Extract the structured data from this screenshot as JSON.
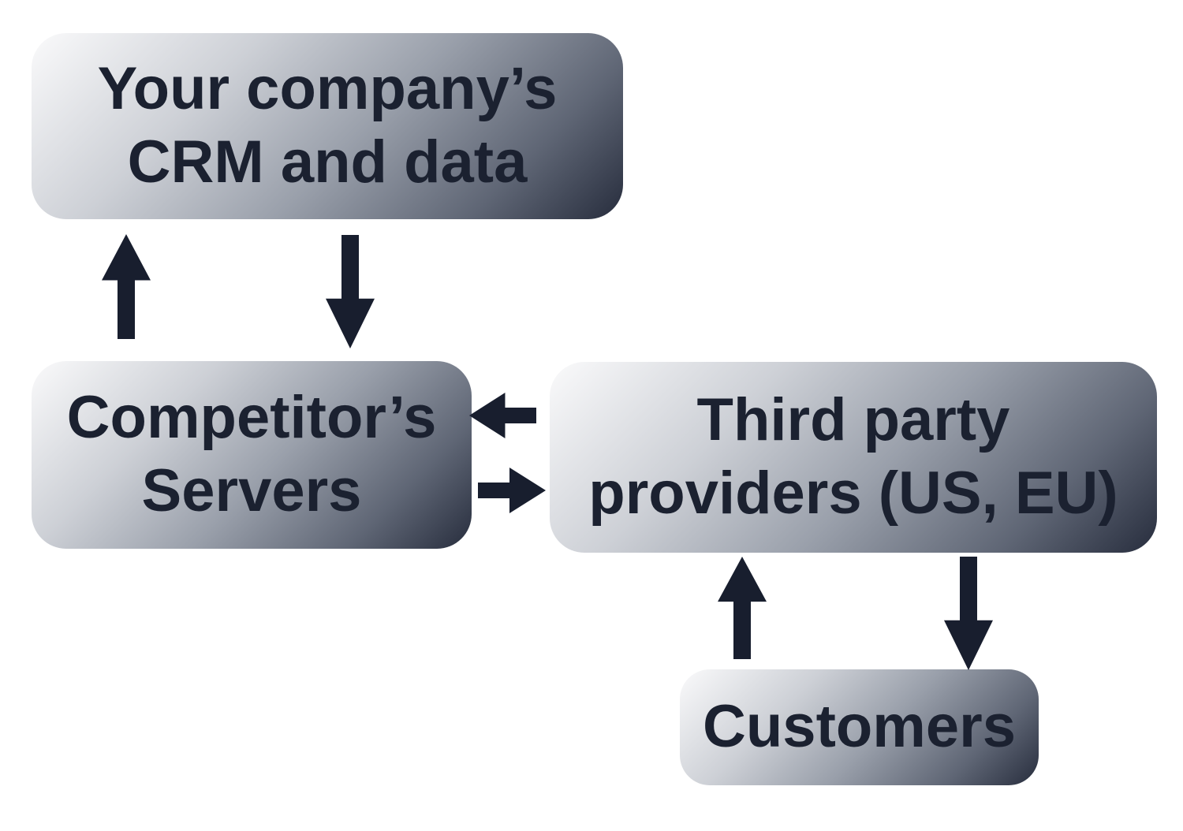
{
  "diagram": {
    "title": "Data flow between company, competitor, third-party providers and customers",
    "colors": {
      "background": "#ffffff",
      "box_gradient_light": "#fafafb",
      "box_gradient_mid": "#9aa0ab",
      "box_gradient_dark": "#272d3d",
      "text": "#1b2130",
      "arrow": "#181e2e"
    },
    "nodes": [
      {
        "id": "crm",
        "line1": "Your company’s",
        "line2": "CRM and data"
      },
      {
        "id": "competitor",
        "line1": "Competitor’s",
        "line2": "Servers"
      },
      {
        "id": "thirdparty",
        "line1": "Third party",
        "line2": "providers (US, EU)"
      },
      {
        "id": "customers",
        "line1": "Customers",
        "line2": ""
      }
    ],
    "arrows": [
      {
        "id": "competitor-to-crm",
        "direction": "up"
      },
      {
        "id": "crm-to-competitor",
        "direction": "down"
      },
      {
        "id": "thirdparty-to-competitor",
        "direction": "left"
      },
      {
        "id": "competitor-to-thirdparty",
        "direction": "right"
      },
      {
        "id": "customers-to-thirdparty",
        "direction": "up"
      },
      {
        "id": "thirdparty-to-customers",
        "direction": "down"
      }
    ]
  }
}
